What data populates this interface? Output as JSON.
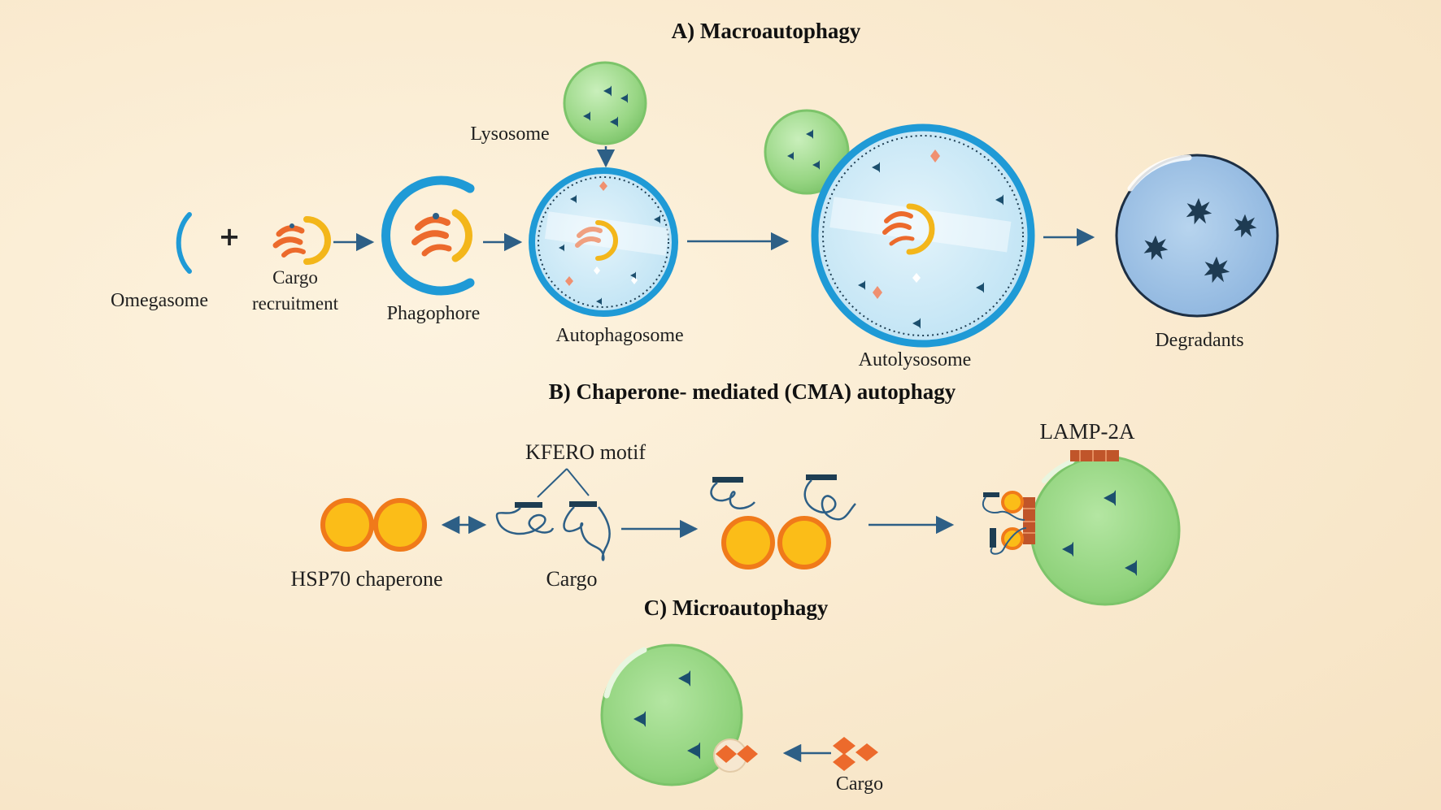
{
  "sections": {
    "macro_title": "A) Macroautophagy",
    "cma_title": "B) Chaperone- mediated (CMA) autophagy",
    "micro_title": "C) Microautophagy"
  },
  "macro": {
    "plus": "+",
    "omegasome": "Omegasome",
    "cargo_recruitment_line1": "Cargo",
    "cargo_recruitment_line2": "recruitment",
    "phagophore": "Phagophore",
    "lysosome": "Lysosome",
    "autophagosome": "Autophagosome",
    "autolysosome": "Autolysosome",
    "degradants": "Degradants"
  },
  "cma": {
    "kfero_motif": "KFERO motif",
    "hsp70": "HSP70 chaperone",
    "cargo": "Cargo",
    "lamp2a": "LAMP-2A"
  },
  "micro": {
    "cargo": "Cargo"
  },
  "colors": {
    "membrane_blue": "#1f9ad6",
    "arrow": "#2d5f86",
    "lysosome_green": "#9fd98c",
    "hsp70_orange": "#f07a1a",
    "hsp70_yellow": "#fbbd18",
    "cargo_orange": "#ec6a2c",
    "enzyme_navy": "#1c4f6e",
    "degradant_navy": "#1e3b52",
    "lamp_brown": "#c0552a"
  }
}
